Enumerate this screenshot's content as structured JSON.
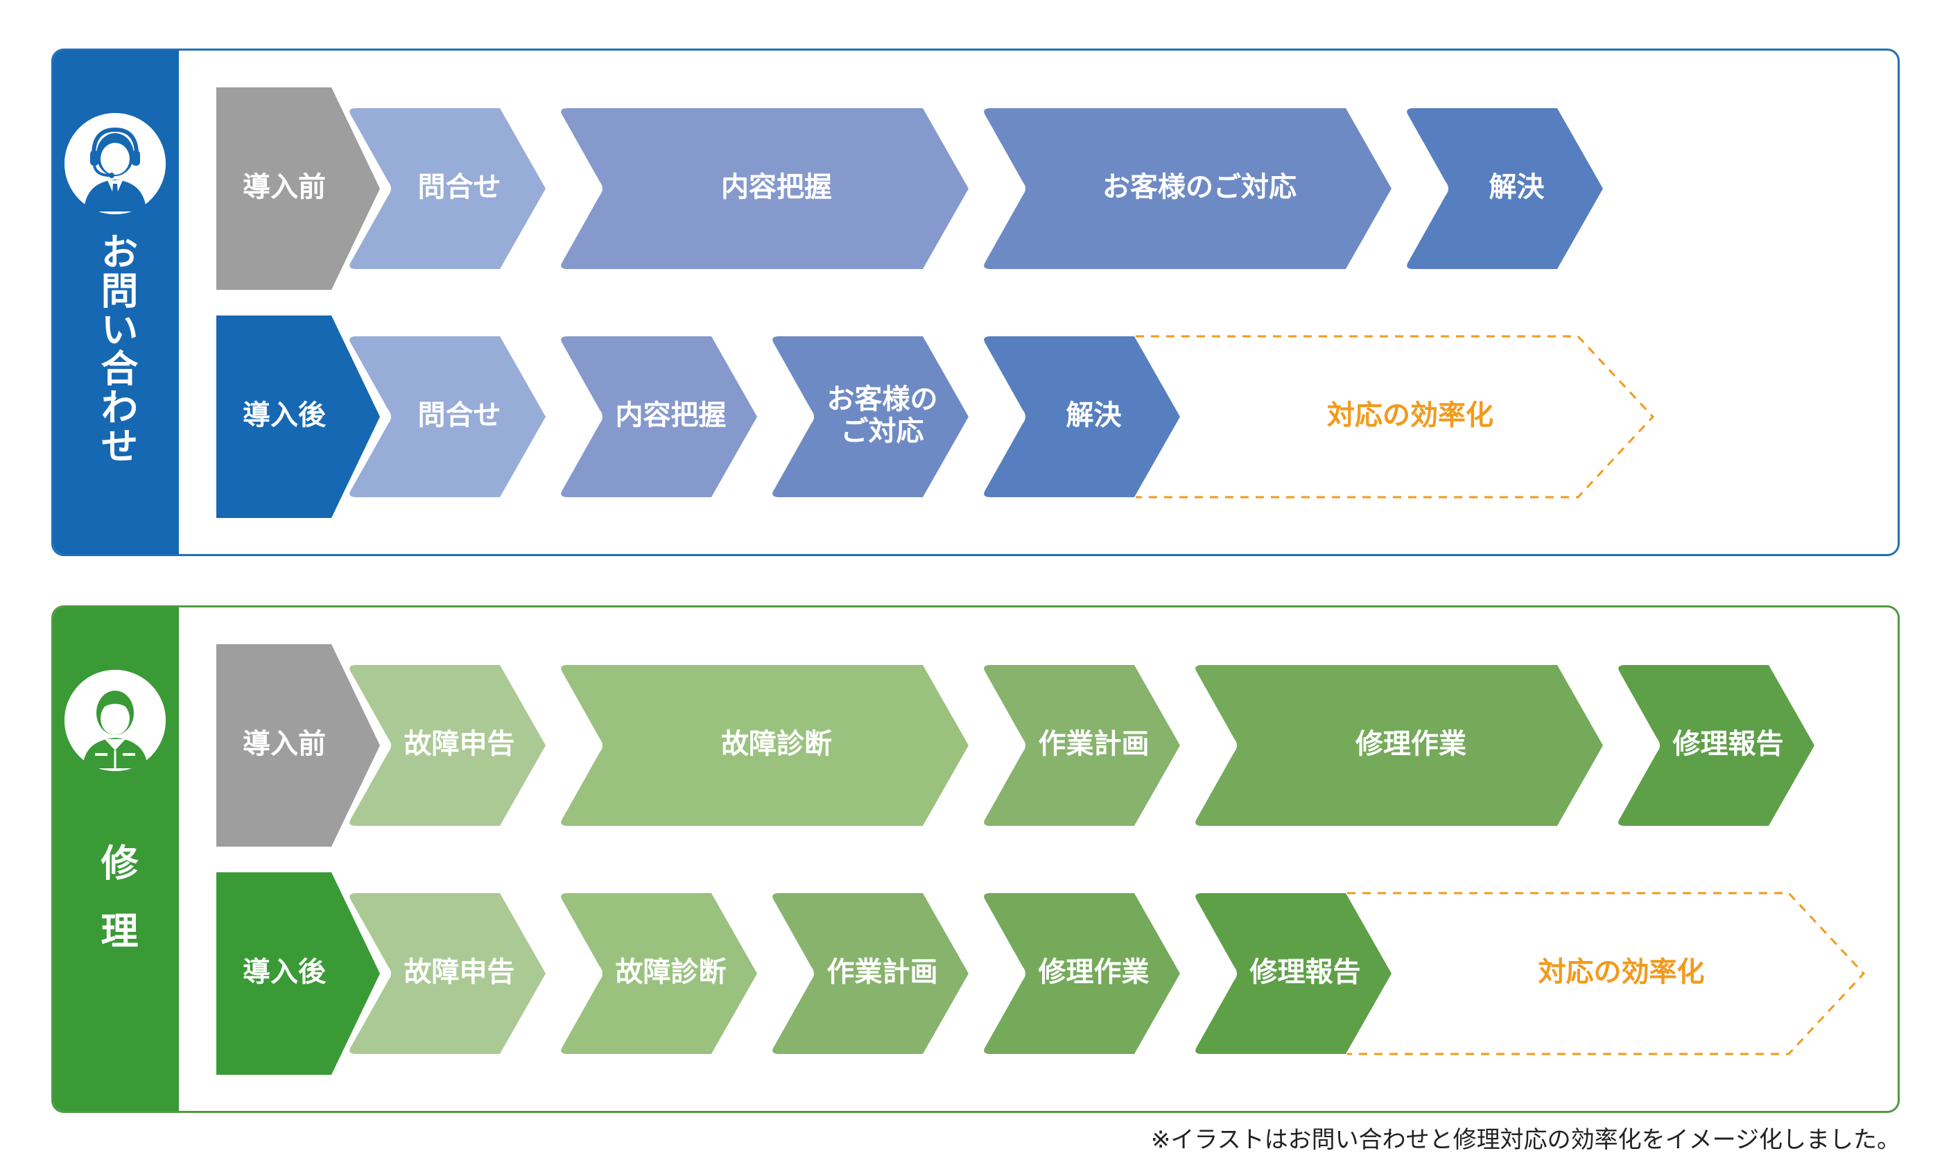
{
  "sections": [
    {
      "id": "inquiry",
      "title": "お問い合わせ",
      "icon": "headset-operator-icon",
      "accent": "#1668b3",
      "rows": [
        {
          "label": "導入前",
          "steps": [
            "問合せ",
            "内容把握",
            "お客様のご対応",
            "解決"
          ]
        },
        {
          "label": "導入後",
          "steps": [
            "問合せ",
            "内容把握",
            "お客様の\nご対応",
            "解決"
          ],
          "efficiency": "対応の効率化"
        }
      ]
    },
    {
      "id": "repair",
      "title": "修理",
      "icon": "worker-avatar-icon",
      "accent": "#3a9a36",
      "rows": [
        {
          "label": "導入前",
          "steps": [
            "故障申告",
            "故障診断",
            "作業計画",
            "修理作業",
            "修理報告"
          ]
        },
        {
          "label": "導入後",
          "steps": [
            "故障申告",
            "故障診断",
            "作業計画",
            "修理作業",
            "修理報告"
          ],
          "efficiency": "対応の効率化"
        }
      ]
    }
  ],
  "colors": {
    "before": "#9e9e9e",
    "after_blue": "#1668b3",
    "after_green": "#3a9a36",
    "blue_steps": [
      "#98acd8",
      "#8599cd",
      "#6e8ac4",
      "#577fbf"
    ],
    "green_steps": [
      "#abc994",
      "#9bc17f",
      "#87b36d",
      "#74aa5a",
      "#5ea048"
    ],
    "efficiency": "#f29a1c"
  },
  "footnote": "※イラストはお問い合わせと修理対応の効率化をイメージ化しました。"
}
